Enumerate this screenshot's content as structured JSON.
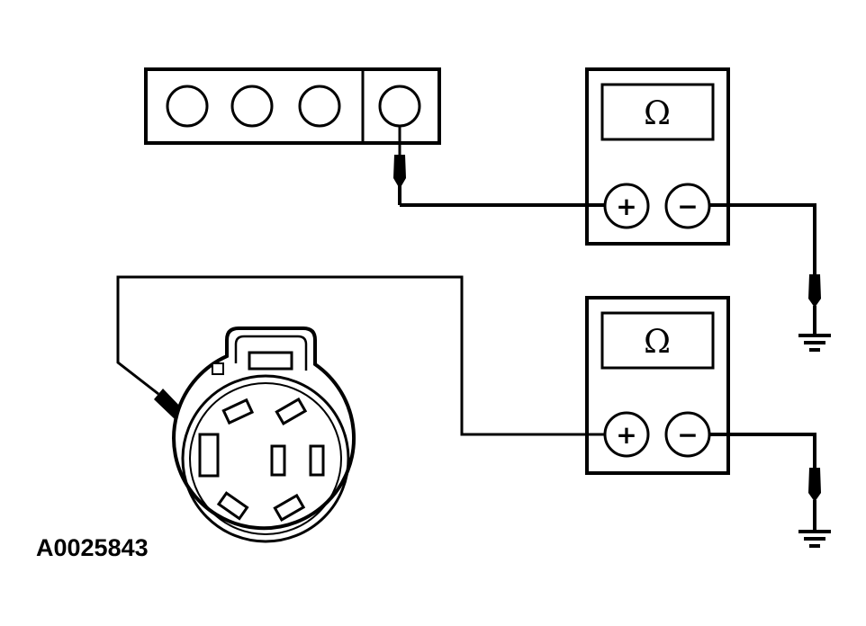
{
  "figure_id": "A0025843",
  "meters": [
    {
      "display": "Ω",
      "positive": "+",
      "negative": "−"
    },
    {
      "display": "Ω",
      "positive": "+",
      "negative": "−"
    }
  ],
  "colors": {
    "line": "#000000",
    "background": "#ffffff"
  }
}
